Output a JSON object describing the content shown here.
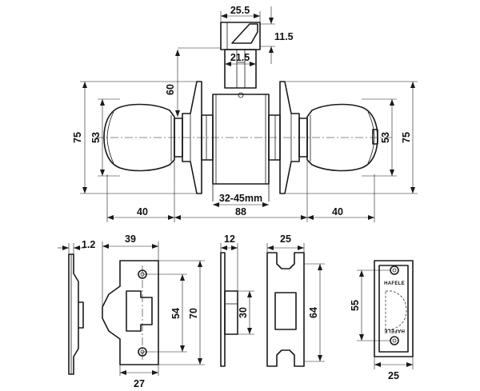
{
  "knob_view": {
    "latch_width": "25.5",
    "latch_face": "11.5",
    "latch_body": "21.5",
    "rose_height": "60",
    "rose_diameter_left": "75",
    "rose_diameter_right": "75",
    "knob_diameter_left": "53",
    "knob_diameter_right": "53",
    "door_thickness": "32-45mm",
    "knob_projection_left": "40",
    "knob_projection_right": "40",
    "overall_length": "88"
  },
  "strike_views": {
    "plate_thickness": "1.2",
    "strike_width": "39",
    "strike_hole_spacing": "54",
    "strike_height": "70",
    "strike_lip": "27",
    "latch_tongue_width": "12",
    "latch_tongue_height": "30",
    "box_width": "25",
    "box_height": "64",
    "faceplate_height": "55",
    "faceplate_width": "25",
    "faceplate_brand": "HAFELE"
  }
}
